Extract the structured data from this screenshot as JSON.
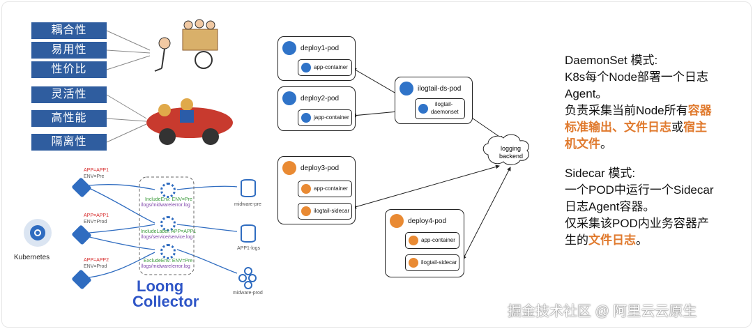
{
  "features_top": [
    "耦合性",
    "易用性",
    "性价比"
  ],
  "features_bottom": [
    "灵活性",
    "高性能",
    "隔离性"
  ],
  "k8s": {
    "label": "Kubernetes",
    "apps": [
      {
        "app": "APP=APP1",
        "env": "ENV=Pre"
      },
      {
        "app": "APP=APP1",
        "env": "ENV=Prod"
      },
      {
        "app": "APP=APP2",
        "env": "ENV=Prod"
      }
    ],
    "rules": [
      {
        "filter": "IncludeEnv: ENV=Pre",
        "path": "/logs/midware/error.log"
      },
      {
        "filter": "IncludeLabel: APP=APP1",
        "path": "/logs/service/service.log"
      },
      {
        "filter": "ExcludeEnv: ENV=Pre",
        "path": "/logs/midware/error.log"
      }
    ],
    "targets": [
      "midware-pre",
      "APP1-logs",
      "midware-prod"
    ],
    "collector_line1": "Loong",
    "collector_line2": "Collector"
  },
  "pods": {
    "deploy1": {
      "title": "deploy1-pod",
      "container": "app-container"
    },
    "deploy2": {
      "title": "deploy2-pod",
      "container": "japp-container"
    },
    "deploy3": {
      "title": "deploy3-pod",
      "container": "app-container",
      "sidecar": "ilogtail-sidecar"
    },
    "deploy4": {
      "title": "deploy4-pod",
      "container": "app-container",
      "sidecar": "ilogtail-sidecar"
    },
    "ds": {
      "title": "ilogtail-ds-pod",
      "container_l1": "ilogtail-",
      "container_l2": "daemonset"
    },
    "backend_l1": "logging",
    "backend_l2": "backend"
  },
  "right_text": {
    "daemonset_title": "DaemonSet 模式:",
    "daemonset_l1": "K8s每个Node部署一个日志",
    "daemonset_l2": "Agent。",
    "daemonset_l3a": "负责采集当前Node所有",
    "daemonset_l3b": "容器",
    "daemonset_l4a": "标准输出、文件日志",
    "daemonset_l4b": "或",
    "daemonset_l4c": "宿主",
    "daemonset_l5a": "机文件",
    "daemonset_l5b": "。",
    "sidecar_title": "Sidecar 模式:",
    "sidecar_l1": "一个POD中运行一个Sidecar",
    "sidecar_l2": "日志Agent容器。",
    "sidecar_l3": "仅采集该POD内业务容器产",
    "sidecar_l4a": "生的",
    "sidecar_l4b": "文件日志",
    "sidecar_l4c": "。"
  },
  "watermark": "掘金技术社区 @ 阿里云云原生"
}
